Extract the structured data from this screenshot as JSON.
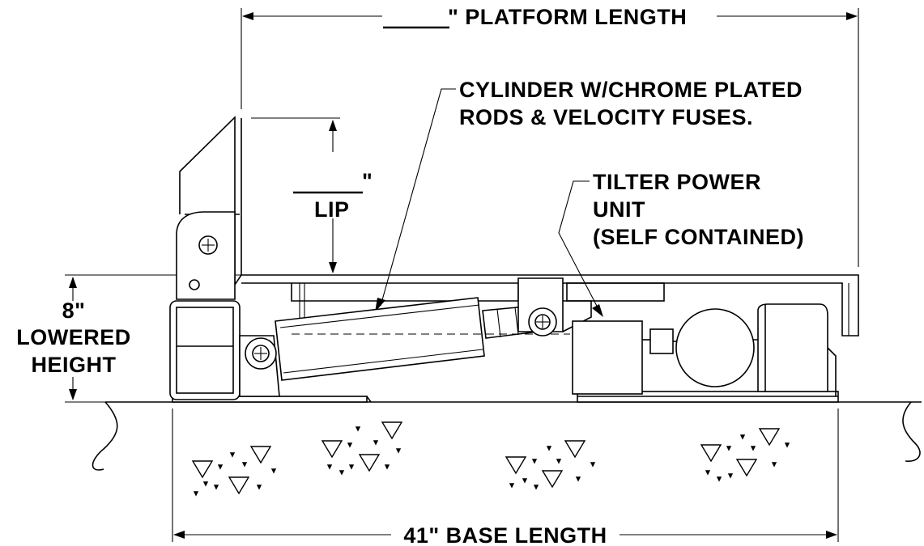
{
  "labels": {
    "platform_length": "\" PLATFORM LENGTH",
    "cylinder_line1": "CYLINDER W/CHROME PLATED",
    "cylinder_line2": "RODS & VELOCITY FUSES.",
    "lip_quote": "\"",
    "lip": "LIP",
    "power_line1": "TILTER POWER",
    "power_line2": "UNIT",
    "power_line3": "(SELF CONTAINED)",
    "lowered_value": "8\"",
    "lowered_line1": "LOWERED",
    "lowered_line2": "HEIGHT",
    "base_length": "41\" BASE LENGTH"
  },
  "colors": {
    "line": "#000000",
    "background": "#ffffff"
  }
}
